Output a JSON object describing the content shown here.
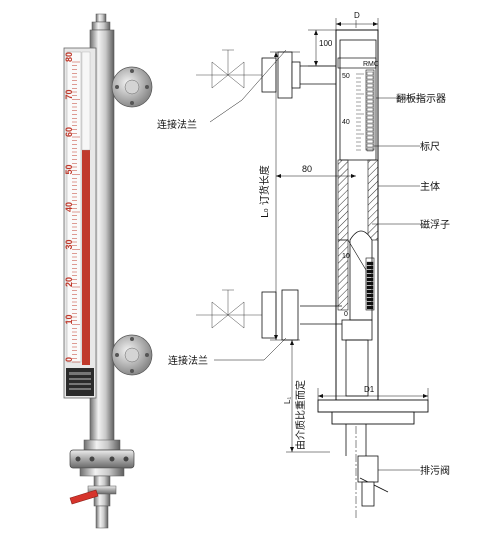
{
  "labels": {
    "flange_top": "连接法兰",
    "flange_bottom": "连接法兰",
    "flap_indicator": "翻板指示器",
    "scale": "标尺",
    "main_body": "主体",
    "magnetic_float": "磁浮子",
    "drain_valve": "排污阀",
    "order_length": "L₀ 订货长度",
    "medium_density": "由介质比重而定"
  },
  "dimensions": {
    "d_top": "D",
    "d_100": "100",
    "d_80": "80",
    "d1": "D1",
    "l1": "L₁"
  },
  "photo_scale": [
    "80",
    "70",
    "60",
    "50",
    "40",
    "30",
    "20",
    "10",
    "0"
  ],
  "drawing_scale_top": [
    "50",
    "40"
  ],
  "drawing_scale_bottom": [
    "10",
    "0"
  ],
  "indicator_logo": "RMC",
  "colors": {
    "scale_red": "#c0392b",
    "steel_light": "#dcdcdc",
    "steel_dark": "#7a7a7a",
    "hatch": "#333333"
  }
}
